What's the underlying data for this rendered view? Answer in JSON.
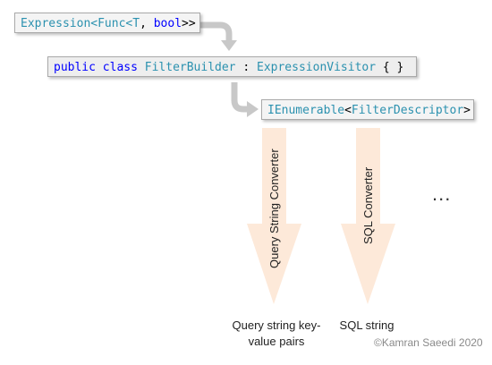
{
  "box1": {
    "t1": "Expression<",
    "t2": "Func",
    "t3": "<",
    "t4": "T",
    "t5": ", ",
    "t6": "bool",
    "t7": ">>"
  },
  "box2": {
    "t1": "public",
    "t2": " ",
    "t3": "class",
    "t4": " ",
    "t5": "FilterBuilder",
    "t6": " : ",
    "t7": "ExpressionVisitor",
    "t8": " { }"
  },
  "box3": {
    "t1": "IEnumerable",
    "t2": "<",
    "t3": "FilterDescriptor",
    "t4": ">"
  },
  "converters": [
    {
      "label": "Query String Converter",
      "output": "Query string key-value pairs"
    },
    {
      "label": "SQL Converter",
      "output": "SQL string"
    }
  ],
  "ellipsis": "...",
  "copyright": "©Kamran Saeedi 2020",
  "colors": {
    "type": "#2b91af",
    "keyword": "#0000ff",
    "box_bg": "#f4f4f4",
    "connector_arrow": "#c8c8c8",
    "converter_arrow": "#fde9d9"
  }
}
